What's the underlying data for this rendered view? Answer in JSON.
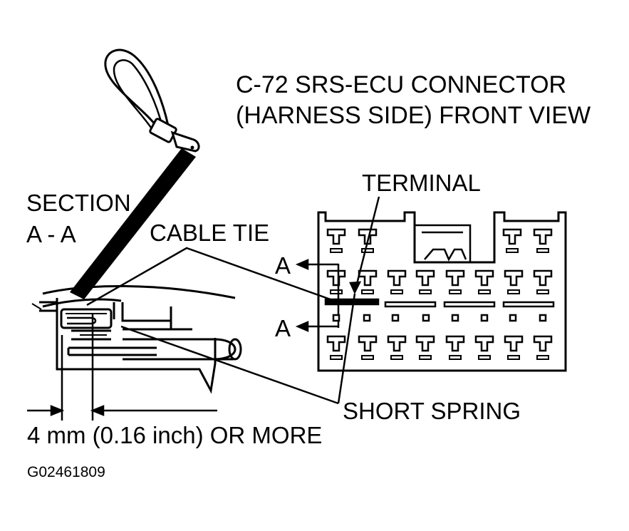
{
  "title": {
    "line1": "C-72 SRS-ECU CONNECTOR",
    "line2": "(HARNESS SIDE) FRONT VIEW"
  },
  "labels": {
    "section_line1": "SECTION",
    "section_line2": "A - A",
    "cable_tie": "CABLE TIE",
    "terminal": "TERMINAL",
    "section_marker_top": "A",
    "section_marker_bottom": "A",
    "short_spring": "SHORT SPRING",
    "dimension": "4 mm (0.16 inch) OR MORE",
    "figure_id": "G02461809"
  },
  "colors": {
    "ink": "#000000",
    "paper": "#ffffff"
  }
}
